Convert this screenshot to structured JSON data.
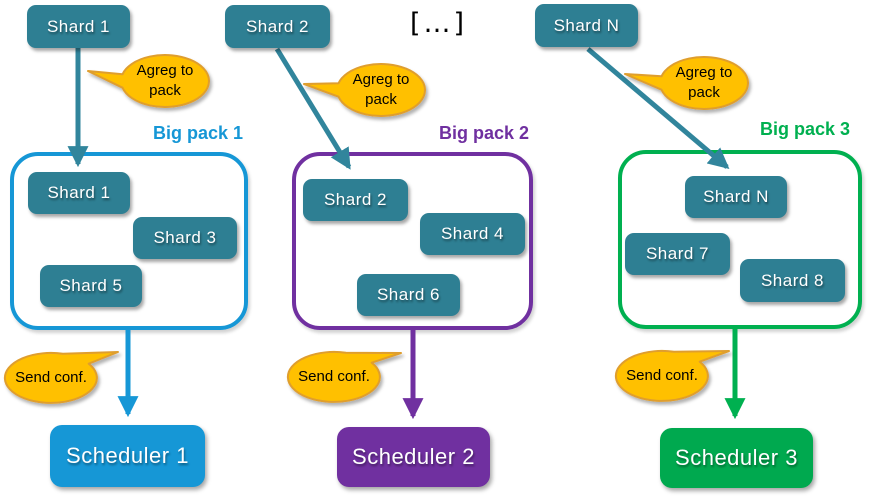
{
  "diagram": {
    "ellipsis": "[…]",
    "top_shards": [
      {
        "label": "Shard 1"
      },
      {
        "label": "Shard 2"
      },
      {
        "label": "Shard N"
      }
    ],
    "callouts": {
      "agreg_line1": "Agreg to",
      "agreg_line2": "pack",
      "send": "Send conf."
    },
    "packs": [
      {
        "title": "Big pack 1",
        "shards": [
          "Shard 1",
          "Shard 3",
          "Shard 5"
        ],
        "scheduler": "Scheduler 1",
        "accent": "#1697d6"
      },
      {
        "title": "Big pack 2",
        "shards": [
          "Shard 2",
          "Shard 4",
          "Shard 6"
        ],
        "scheduler": "Scheduler 2",
        "accent": "#7030a0"
      },
      {
        "title": "Big pack 3",
        "shards": [
          "Shard N",
          "Shard 7",
          "Shard 8"
        ],
        "scheduler": "Scheduler 3",
        "accent": "#00b050"
      }
    ],
    "colors": {
      "shard_fill": "#2e7f93",
      "arrow_teal": "#31859c",
      "bubble_fill": "#ffc000",
      "bubble_border": "#df9e2e",
      "blue": "#1697d6",
      "purple": "#7030a0",
      "green": "#00b050"
    }
  }
}
